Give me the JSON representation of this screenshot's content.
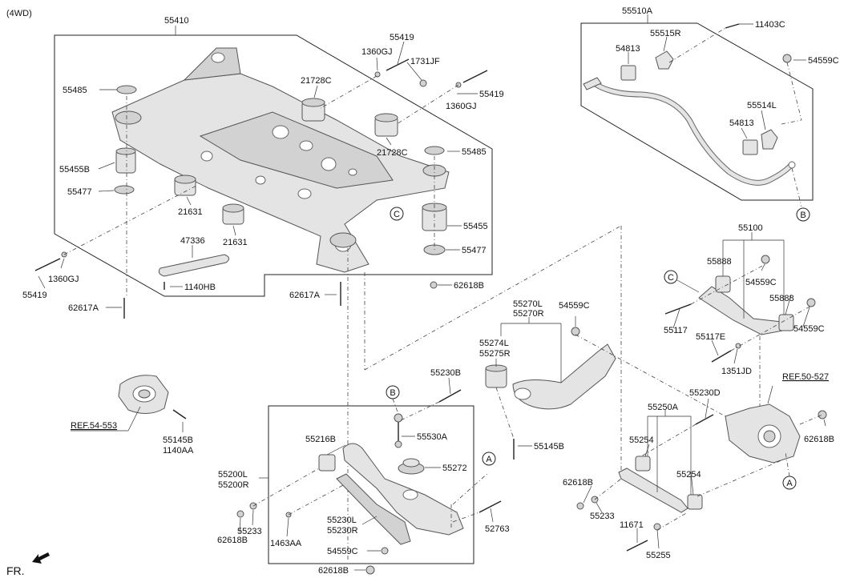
{
  "variant": "(4WD)",
  "front_label": "FR.",
  "callouts": {
    "A": "A",
    "B": "B",
    "C": "C"
  },
  "labels": {
    "p55410": "55410",
    "p55419_top": "55419",
    "p1360GJ_top": "1360GJ",
    "p1731JF": "1731JF",
    "p55485_left": "55485",
    "p21728C_top": "21728C",
    "p55419_mid": "55419",
    "p1360GJ_mid": "1360GJ",
    "p21728C_mid": "21728C",
    "p55485_right": "55485",
    "p55455B": "55455B",
    "p55477_left": "55477",
    "p21631_a": "21631",
    "p21631_b": "21631",
    "p55455": "55455",
    "p47336": "47336",
    "p55477_right": "55477",
    "p1360GJ_bot": "1360GJ",
    "p55419_bot": "55419",
    "p1140HB": "1140HB",
    "p62618B_top": "62618B",
    "p62617A_left": "62617A",
    "p62617A_mid": "62617A",
    "p55510A": "55510A",
    "p11403C": "11403C",
    "p55515R": "55515R",
    "p54813_a": "54813",
    "p54559C_top": "54559C",
    "p55514L": "55514L",
    "p54813_b": "54813",
    "p55100": "55100",
    "p55888_a": "55888",
    "p54559C_b": "54559C",
    "p55888_b": "55888",
    "p54559C_c": "54559C",
    "p55117": "55117",
    "p55117E": "55117E",
    "p1351JD": "1351JD",
    "p55270L": "55270L",
    "p55270R": "55270R",
    "p54559C_mid": "54559C",
    "p55274L": "55274L",
    "p55275R": "55275R",
    "p55145B_mid": "55145B",
    "p55230B": "55230B",
    "p55230D": "55230D",
    "ref50": "REF.50-527",
    "p62618B_right": "62618B",
    "ref54": "REF.54-553",
    "p55145B_left": "55145B",
    "p1140AA": "1140AA",
    "p55216B": "55216B",
    "p55530A": "55530A",
    "p55272": "55272",
    "p55200L": "55200L",
    "p55200R": "55200R",
    "p55233_left": "55233",
    "p62618B_left": "62618B",
    "p1463AA": "1463AA",
    "p55230L": "55230L",
    "p55230R": "55230R",
    "p54559C_bot": "54559C",
    "p62618B_bot": "62618B",
    "p52763": "52763",
    "p55250A": "55250A",
    "p55254_a": "55254",
    "p55254_b": "55254",
    "p62618B_lr": "62618B",
    "p55233_right": "55233",
    "p11671": "11671",
    "p55255": "55255"
  }
}
